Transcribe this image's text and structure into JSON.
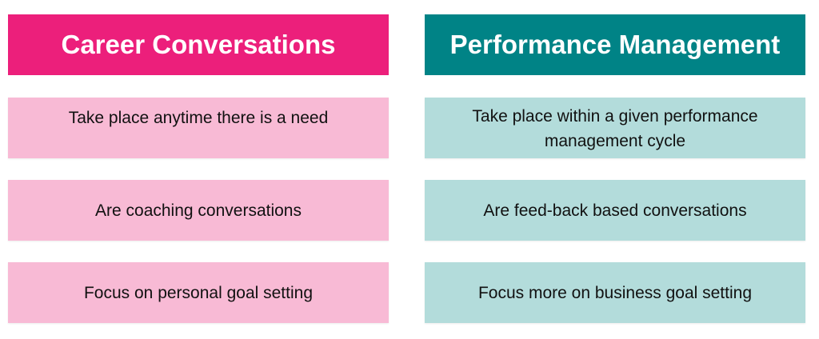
{
  "career": {
    "title": "Career Conversations",
    "items": [
      "Take place anytime there is a need",
      "Are coaching conversations",
      "Focus on personal goal setting"
    ]
  },
  "performance": {
    "title": "Performance Management",
    "items": [
      "Take place within a given performance management cycle",
      "Are feed-back based conversations",
      "Focus more on business goal setting"
    ]
  },
  "colors": {
    "career_header": "#ec1f7b",
    "career_card": "#f8bad5",
    "performance_header": "#008386",
    "performance_card": "#b3dcdb"
  }
}
